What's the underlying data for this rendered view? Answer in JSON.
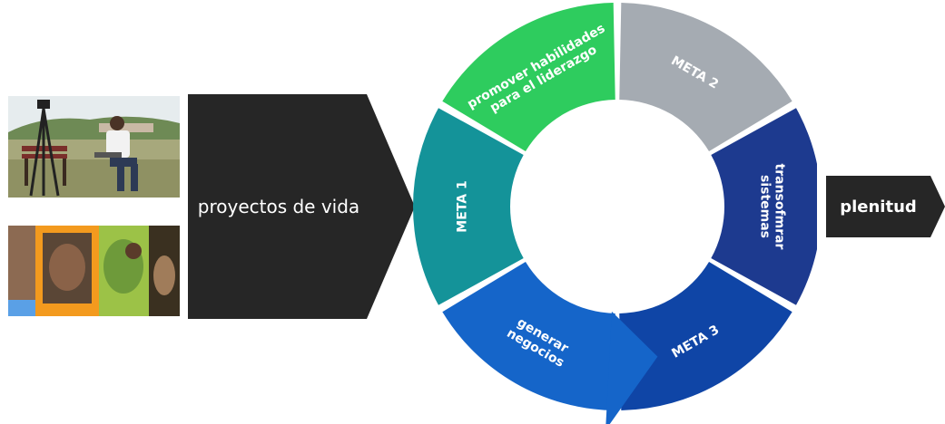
{
  "left_label": "proyectos de vida",
  "right_label": "plenitud",
  "cycle": {
    "segments": [
      {
        "name": "promover",
        "lines": [
          "promover habilidades",
          "para el liderazgo"
        ],
        "color": "#2ecc5e"
      },
      {
        "name": "meta2",
        "lines": [
          "META 2"
        ],
        "color": "#a5abb2"
      },
      {
        "name": "transformar",
        "lines": [
          "transofmrar",
          "sistemas"
        ],
        "color": "#1d3a8f"
      },
      {
        "name": "meta3",
        "lines": [
          "META 3"
        ],
        "color": "#0f45a6"
      },
      {
        "name": "generar",
        "lines": [
          "generar",
          "negocios"
        ],
        "color": "#1565c9"
      },
      {
        "name": "meta1",
        "lines": [
          "META 1"
        ],
        "color": "#149399"
      }
    ]
  },
  "colors": {
    "arrow": "#262626"
  }
}
